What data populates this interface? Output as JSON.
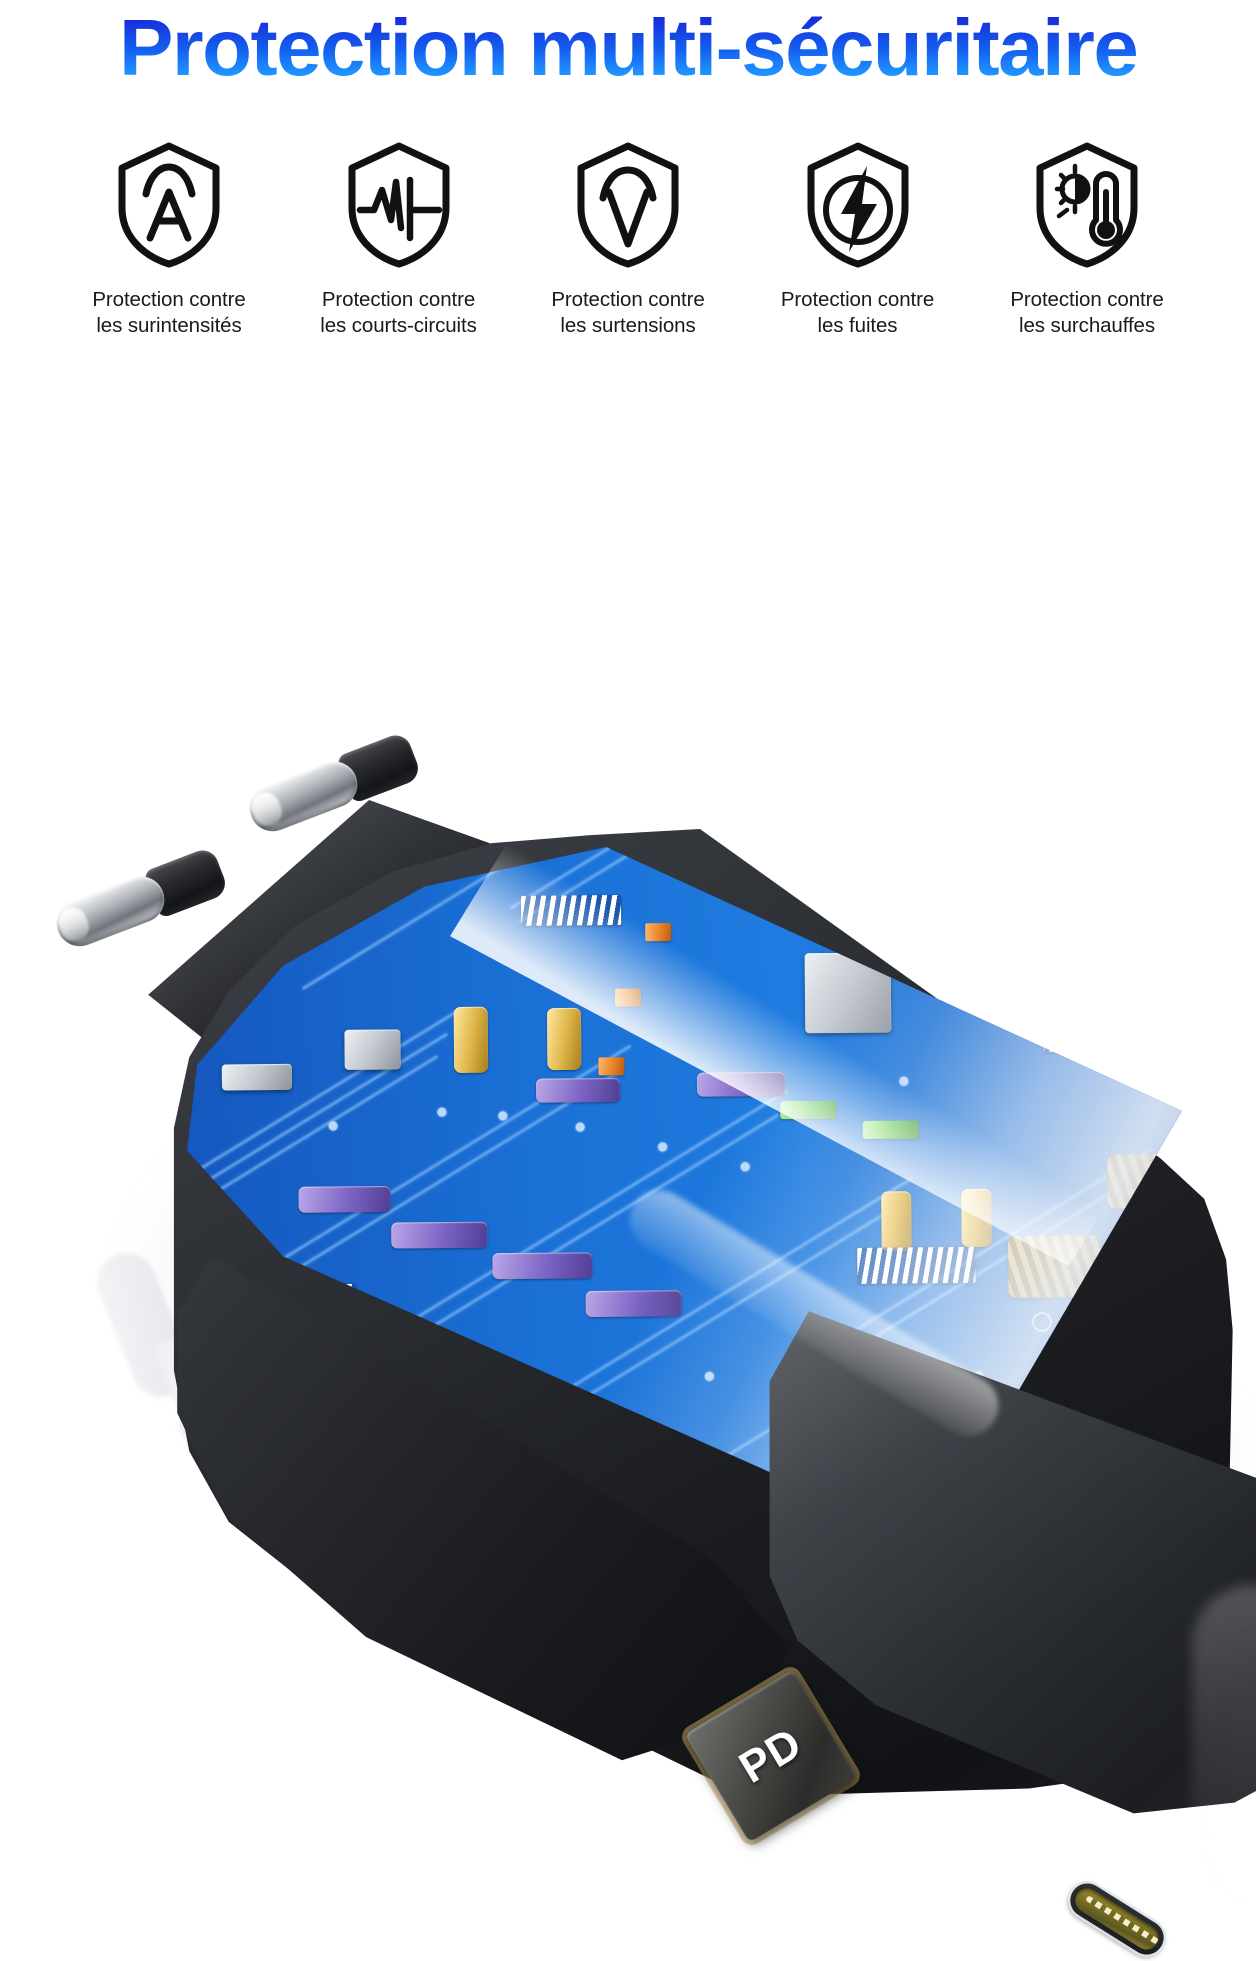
{
  "header": {
    "title": "Protection multi-sécuritaire",
    "title_gradient_top": "#101fd0",
    "title_gradient_bottom": "#2b9bff"
  },
  "features": [
    {
      "icon": "shield-ampere-icon",
      "label_line1": "Protection contre",
      "label_line2": "les surintensités"
    },
    {
      "icon": "shield-waveform-icon",
      "label_line1": "Protection contre",
      "label_line2": "les courts-circuits"
    },
    {
      "icon": "shield-volt-icon",
      "label_line1": "Protection contre",
      "label_line2": "les surtensions"
    },
    {
      "icon": "shield-lightning-icon",
      "label_line1": "Protection contre",
      "label_line2": "les fuites"
    },
    {
      "icon": "shield-thermometer-icon",
      "label_line1": "Protection contre",
      "label_line2": "les surchauffes"
    }
  ],
  "product": {
    "name": "chargeur-usb-c-pd",
    "chip_label": "PD",
    "body_color": "#1d1f23",
    "pcb_color": "#1a6fd4",
    "prong_color": "#a7abb1",
    "port_type": "USB-C",
    "port_color": "#8b8130"
  }
}
